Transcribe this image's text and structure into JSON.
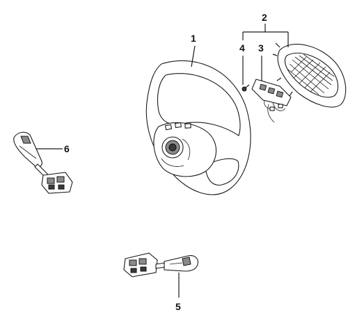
{
  "callouts": {
    "c1": "1",
    "c2": "2",
    "c3": "3",
    "c4": "4",
    "c5": "5",
    "c6": "6"
  },
  "colors": {
    "line": "#1a1a1a",
    "background": "#ffffff",
    "shade": "#8a8a8a"
  }
}
